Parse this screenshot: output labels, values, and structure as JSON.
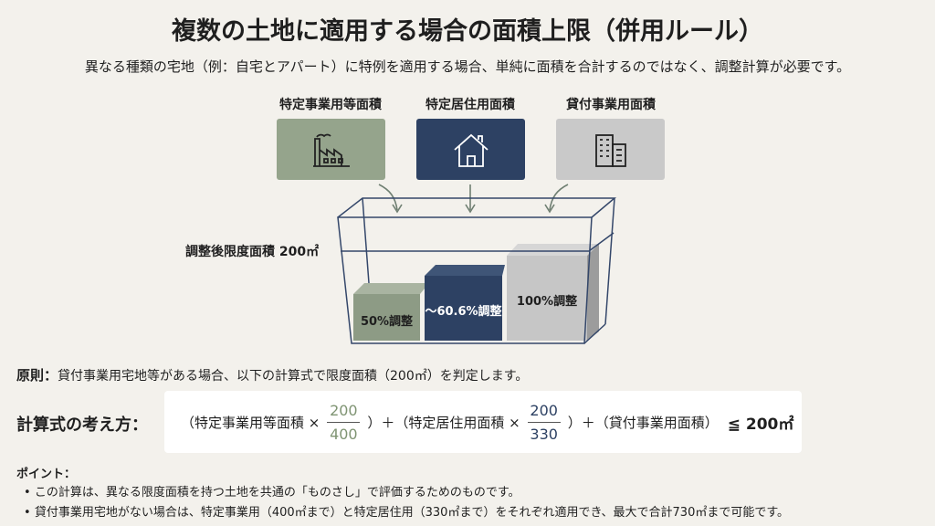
{
  "title": "複数の土地に適用する場合の面積上限（併用ルール）",
  "subtitle": "異なる種類の宅地（例：自宅とアパート）に特例を適用する場合、単純に面積を合計するのではなく、調整計算が必要です。",
  "categories": [
    {
      "label": "特定事業用等面積",
      "icon": "factory-icon",
      "color": "#95a48c"
    },
    {
      "label": "特定居住用面積",
      "icon": "house-icon",
      "color": "#2d4163"
    },
    {
      "label": "貸付事業用面積",
      "icon": "building-icon",
      "color": "#c9c9c9"
    }
  ],
  "limit_label": "調整後限度面積 200㎡",
  "blocks": [
    "50%調整",
    "〜60.6%調整",
    "100%調整"
  ],
  "principle": {
    "heading": "原則：",
    "text": "貸付事業用宅地等がある場合、以下の計算式で限度面積（200㎡）を判定します。"
  },
  "formula": {
    "heading": "計算式の考え方：",
    "term1": "（特定事業用等面積 ×",
    "frac1": {
      "num": "200",
      "den": "400"
    },
    "plus1": "）＋（特定居住用面積 ×",
    "frac2": {
      "num": "200",
      "den": "330"
    },
    "plus2": "）＋（貸付事業用面積）",
    "rhs": "≦ 200㎡"
  },
  "points": {
    "heading": "ポイント：",
    "items": [
      "この計算は、異なる限度面積を持つ土地を共通の「ものさし」で評価するためのものです。",
      "貸付事業用宅地がない場合は、特定事業用（400㎡まで）と特定居住用（330㎡まで）をそれぞれ適用でき、最大で合計730㎡まで可能です。"
    ]
  }
}
